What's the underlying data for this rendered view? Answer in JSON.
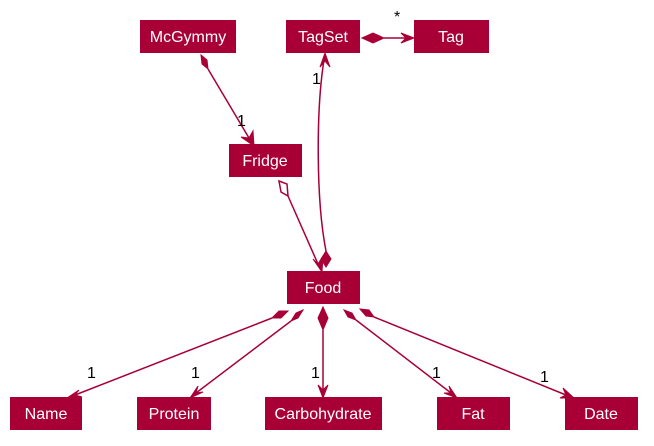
{
  "diagram": {
    "classes": {
      "mcgymmy": "McGymmy",
      "tagset": "TagSet",
      "tag": "Tag",
      "fridge": "Fridge",
      "food": "Food",
      "name": "Name",
      "protein": "Protein",
      "carbohydrate": "Carbohydrate",
      "fat": "Fat",
      "date": "Date"
    },
    "multiplicities": {
      "tagset_tag": "*",
      "food_tagset": "1",
      "mcgymmy_fridge": "1",
      "food_name": "1",
      "food_protein": "1",
      "food_carbohydrate": "1",
      "food_fat": "1",
      "food_date": "1"
    }
  },
  "colors": {
    "class_fill": "#a80036",
    "class_text": "#ffffff",
    "edge": "#a80036",
    "multiplicity_text": "#000000",
    "background": "#ffffff"
  }
}
